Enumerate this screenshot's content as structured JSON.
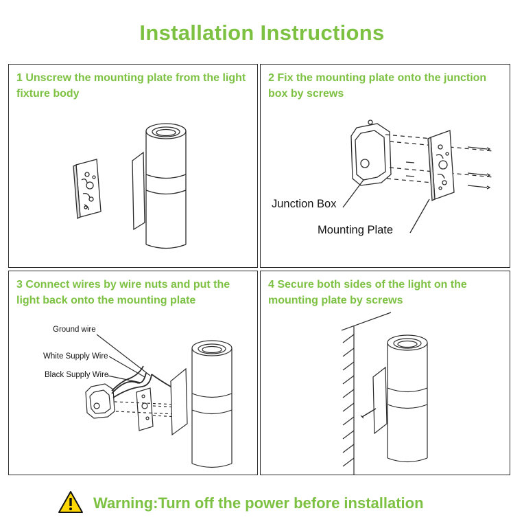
{
  "title": "Installation Instructions",
  "steps": [
    {
      "text": "1 Unscrew the mounting plate from the light fixture body"
    },
    {
      "text": "2 Fix the mounting plate onto the junction box by screws",
      "labels": [
        "Junction Box",
        "Mounting Plate"
      ]
    },
    {
      "text": "3 Connect wires by wire nuts and put the light back onto the mounting plate",
      "labels": [
        "Ground wire",
        "White Supply Wire",
        "Black Supply Wire"
      ]
    },
    {
      "text": "4 Secure both sides of the light on the mounting plate by screws"
    }
  ],
  "warning": {
    "text": "Warning:Turn off the power before installation",
    "icon": "warning-triangle-icon"
  },
  "colors": {
    "accent": "#7dc142",
    "line": "#2a2a2a",
    "warning_fill": "#ffd700"
  }
}
